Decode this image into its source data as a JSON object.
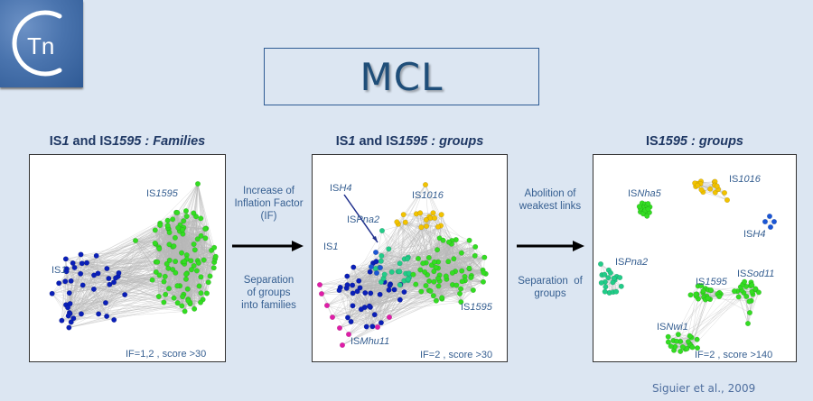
{
  "logo": {
    "text": "Tn",
    "icon": "ctn-logo-icon"
  },
  "title": "MCL",
  "panels": [
    {
      "title_parts": [
        {
          "text": "IS",
          "italic": false
        },
        {
          "text": "1",
          "italic": true
        },
        {
          "text": " and IS",
          "italic": false
        },
        {
          "text": "1595",
          "italic": true
        },
        {
          "text": " : Families",
          "italic": true
        }
      ],
      "labels": [
        {
          "prefix": "IS",
          "italic": "1595"
        },
        {
          "prefix": "IS",
          "italic": "1"
        }
      ],
      "footer": "IF=1,2 , score >30"
    },
    {
      "title_parts": [
        {
          "text": "IS",
          "italic": false
        },
        {
          "text": "1",
          "italic": true
        },
        {
          "text": " and IS",
          "italic": false
        },
        {
          "text": "1595",
          "italic": true
        },
        {
          "text": " : groups",
          "italic": true
        }
      ],
      "labels": [
        {
          "prefix": "IS",
          "italic": "H4"
        },
        {
          "prefix": "IS",
          "italic": "1016"
        },
        {
          "prefix": "IS",
          "italic": "Pna2"
        },
        {
          "prefix": "IS",
          "italic": "1"
        },
        {
          "prefix": "IS",
          "italic": "1595"
        },
        {
          "prefix": "IS",
          "italic": "Mhu11"
        }
      ],
      "footer": "IF=2 , score >30"
    },
    {
      "title_parts": [
        {
          "text": "IS",
          "italic": false
        },
        {
          "text": "1595",
          "italic": true
        },
        {
          "text": " : groups",
          "italic": true
        }
      ],
      "labels": [
        {
          "prefix": "IS",
          "italic": "Nha5"
        },
        {
          "prefix": "IS",
          "italic": "1016"
        },
        {
          "prefix": "IS",
          "italic": "H4"
        },
        {
          "prefix": "IS",
          "italic": "Pna2"
        },
        {
          "prefix": "IS",
          "italic": "1595"
        },
        {
          "prefix": "IS",
          "italic": "Sod11"
        },
        {
          "prefix": "IS",
          "italic": "Nwi1"
        }
      ],
      "footer": "IF=2 , score >140"
    }
  ],
  "transitions": [
    {
      "top_lines": [
        "Increase of",
        "Inflation Factor",
        "(IF)"
      ],
      "bottom_lines": [
        "Separation",
        "of groups",
        "into families"
      ]
    },
    {
      "top_lines": [
        "Abolition of",
        "weakest links"
      ],
      "bottom_lines": [
        "Separation  of",
        "groups"
      ]
    }
  ],
  "colors": {
    "background": "#dce6f2",
    "title": "#1f4e79",
    "label": "#365f91",
    "is1_blue": "#0a1fb8",
    "is1595_green": "#33dd22",
    "is1016_yellow": "#f2c300",
    "ish4_blue": "#1a56d6",
    "ispna2_teal": "#22cc88",
    "ismhu11_magenta": "#e01ca8",
    "edge_gray": "#b8b8b8"
  },
  "citation": "Siguier et al., 2009"
}
